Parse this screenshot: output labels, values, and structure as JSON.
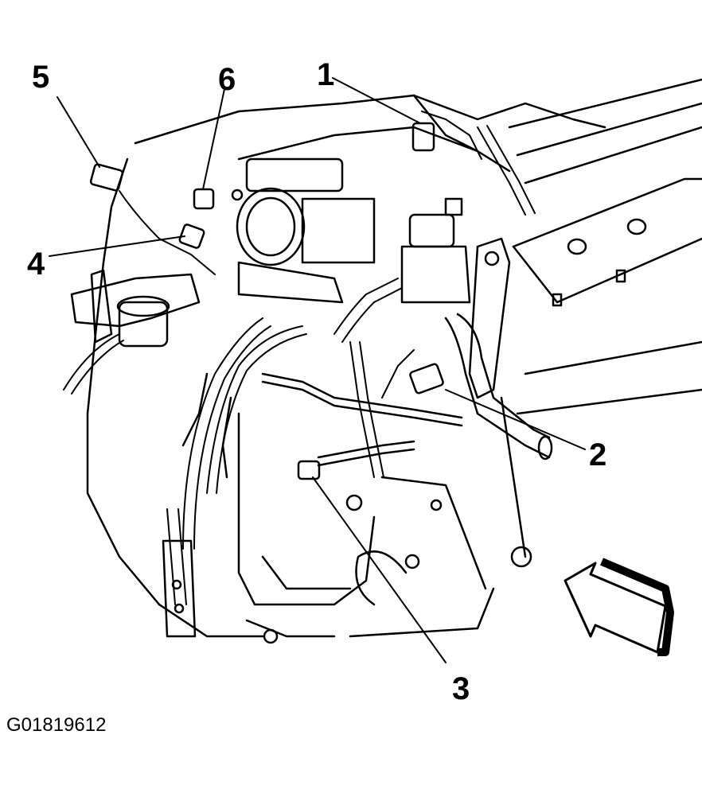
{
  "figure": {
    "id_label": "G01819612",
    "callouts": [
      {
        "key": "c1",
        "label": "1"
      },
      {
        "key": "c2",
        "label": "2"
      },
      {
        "key": "c3",
        "label": "3"
      },
      {
        "key": "c4",
        "label": "4"
      },
      {
        "key": "c5",
        "label": "5"
      },
      {
        "key": "c6",
        "label": "6"
      }
    ]
  },
  "colors": {
    "ink": "#000000",
    "paper": "#ffffff"
  }
}
